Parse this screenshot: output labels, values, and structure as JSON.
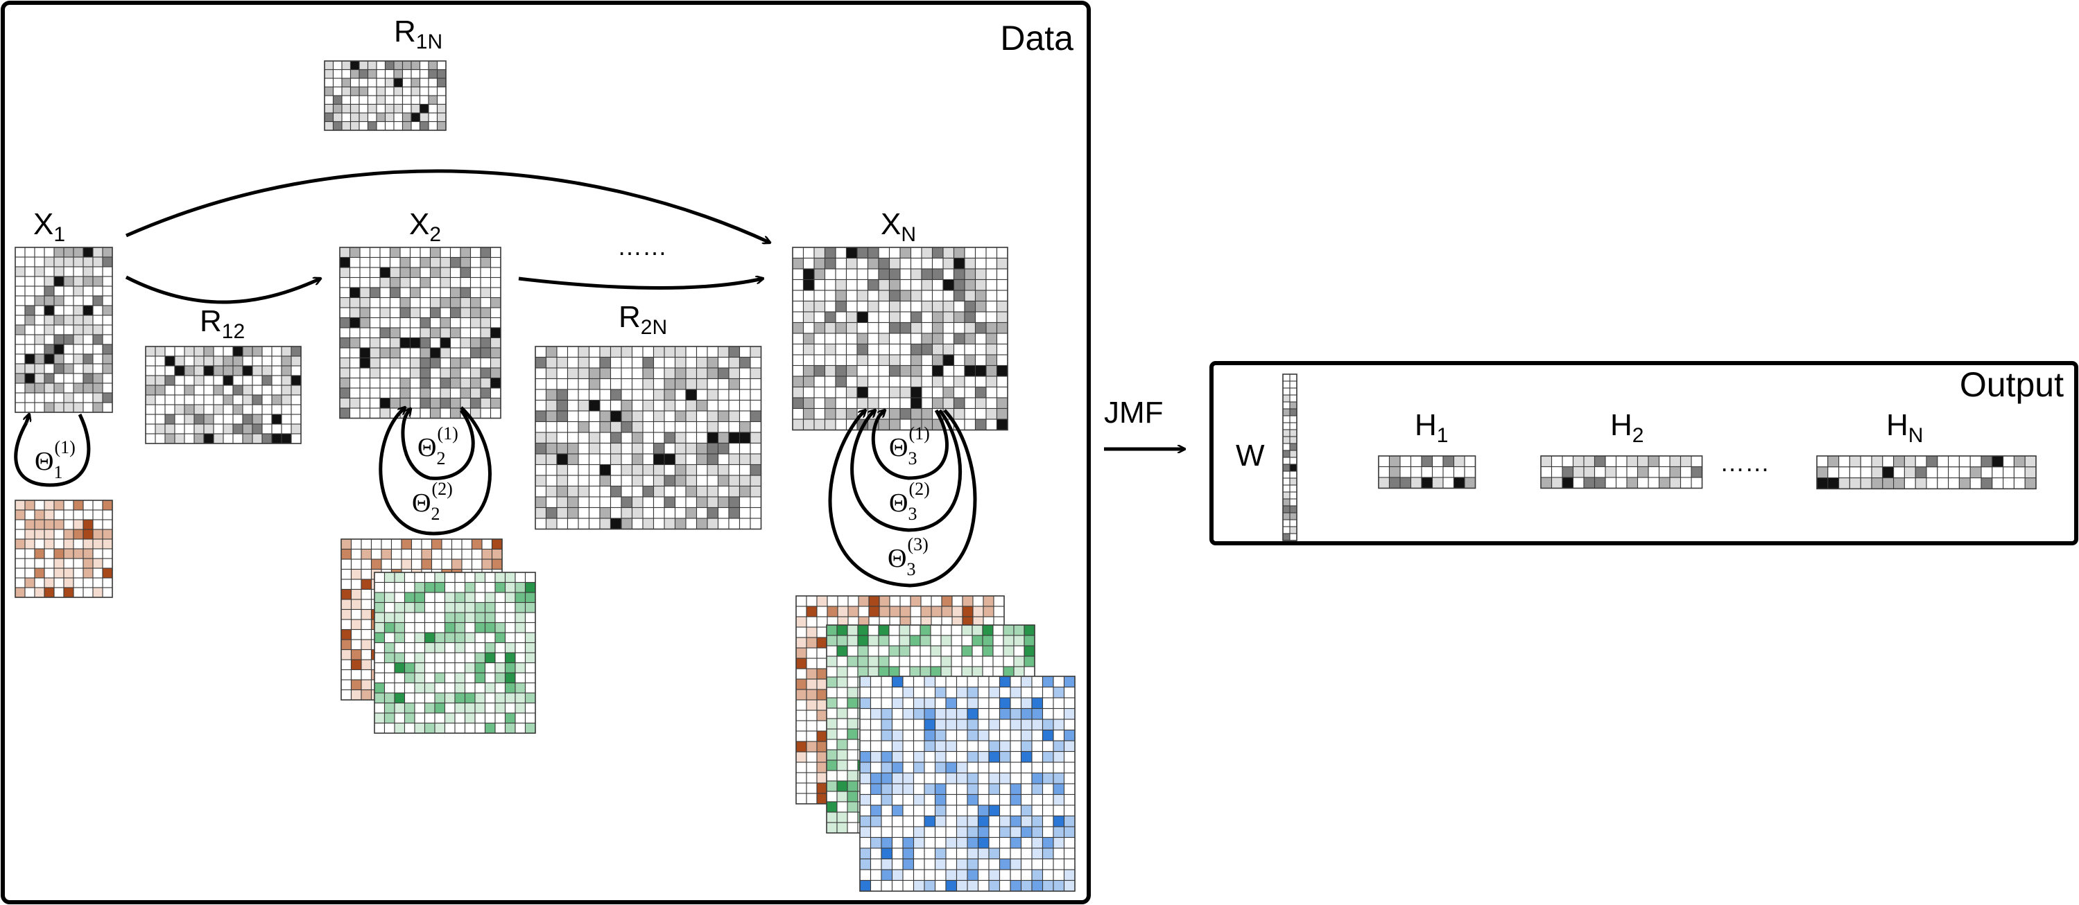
{
  "data_panel": {
    "title": "Data"
  },
  "output_panel": {
    "title": "Output"
  },
  "method_label": "JMF",
  "matrices": {
    "x1": {
      "label": "X",
      "sub": "1"
    },
    "x2": {
      "label": "X",
      "sub": "2"
    },
    "xn": {
      "label": "X",
      "sub": "N"
    },
    "r1n": {
      "label": "R",
      "sub": "1N"
    },
    "r12": {
      "label": "R",
      "sub": "12"
    },
    "r2n": {
      "label": "R",
      "sub": "2N"
    }
  },
  "ellipsis_top": "……",
  "ellipsis_output": "……",
  "constraints": [
    {
      "id": "t1_1",
      "symbol": "Θ",
      "sub": "1",
      "sup": "(1)"
    },
    {
      "id": "t2_1",
      "symbol": "Θ",
      "sub": "2",
      "sup": "(1)"
    },
    {
      "id": "t2_2",
      "symbol": "Θ",
      "sub": "2",
      "sup": "(2)"
    },
    {
      "id": "t3_1",
      "symbol": "Θ",
      "sub": "3",
      "sup": "(1)"
    },
    {
      "id": "t3_2",
      "symbol": "Θ",
      "sub": "3",
      "sup": "(2)"
    },
    {
      "id": "t3_3",
      "symbol": "Θ",
      "sub": "3",
      "sup": "(3)"
    }
  ],
  "factors": {
    "w": {
      "label": "W"
    },
    "h1": {
      "label": "H",
      "sub": "1"
    },
    "h2": {
      "label": "H",
      "sub": "2"
    },
    "hn": {
      "label": "H",
      "sub": "N"
    }
  },
  "colors": {
    "gray_scale": [
      "#ffffff",
      "#dcdcdc",
      "#b0b0b0",
      "#7c7c7c",
      "#4a4a4a",
      "#111111"
    ],
    "brown_scale": [
      "#ffffff",
      "#f4ddd0",
      "#e0b49c",
      "#c88560",
      "#a8491c"
    ],
    "green_scale": [
      "#ffffff",
      "#d2ecd9",
      "#a6d8b5",
      "#6cbf86",
      "#27944a"
    ],
    "blue_scale": [
      "#ffffff",
      "#d5e4f8",
      "#a8c8f0",
      "#6ea2e6",
      "#2c78d6"
    ]
  }
}
